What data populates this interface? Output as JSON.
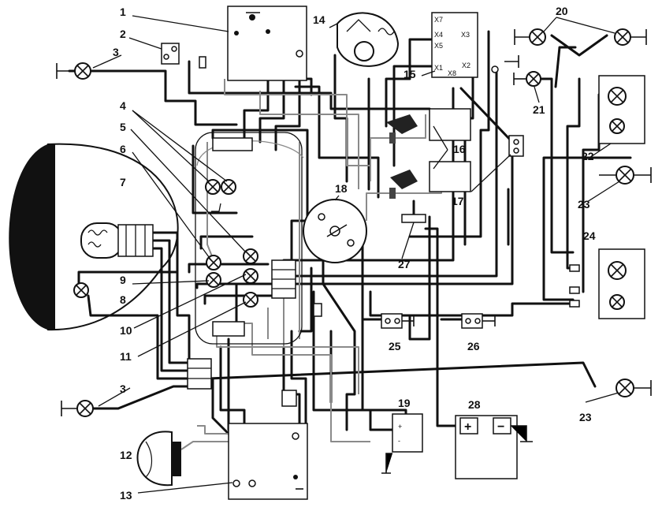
{
  "callouts": [
    "1",
    "2",
    "3",
    "4",
    "5",
    "6",
    "7",
    "8",
    "9",
    "10",
    "11",
    "3",
    "12",
    "13",
    "14",
    "15",
    "16",
    "17",
    "18",
    "19",
    "20",
    "21",
    "22",
    "23",
    "23",
    "24",
    "25",
    "26",
    "27",
    "28"
  ],
  "pins": [
    "X7",
    "X4",
    "X5",
    "X3",
    "X1",
    "X2",
    "X8"
  ],
  "battery": {
    "plus": "+",
    "minus": "−"
  },
  "relay": {
    "plus": "+",
    "minus": "-"
  }
}
